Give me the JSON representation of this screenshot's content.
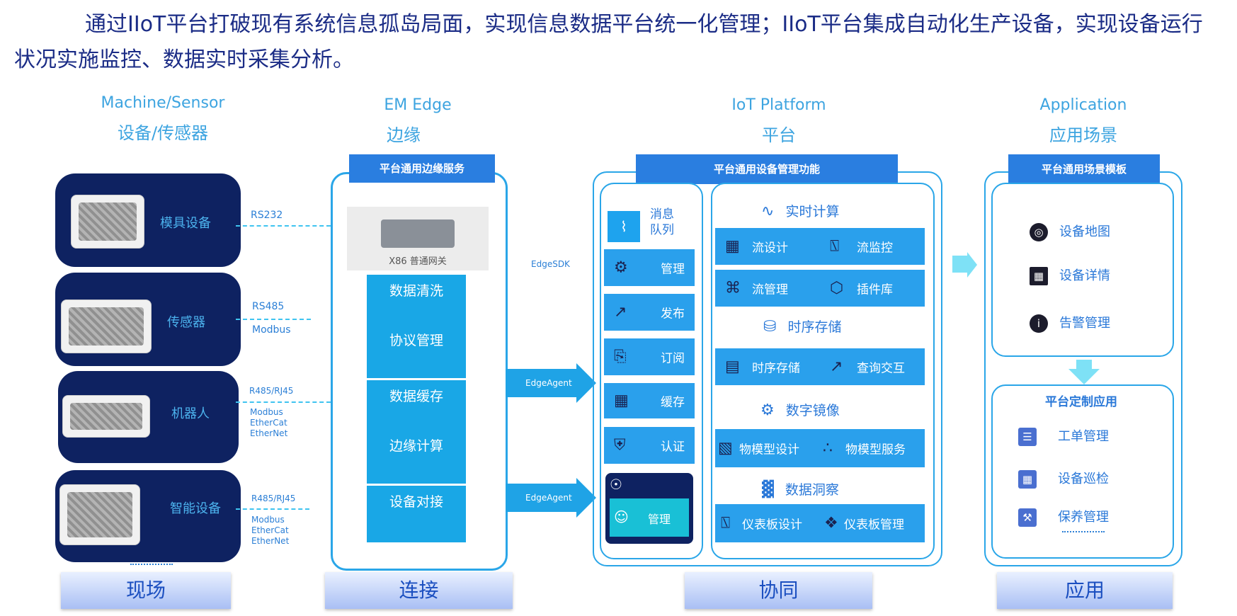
{
  "intro": "通过IIoT平台打破现有系统信息孤岛局面，实现信息数据平台统一化管理；IIoT平台集成自动化生产设备，实现设备运行状况实施监控、数据实时采集分析。",
  "columns": {
    "machine": {
      "en": "Machine/Sensor",
      "cn": "设备/传感器"
    },
    "edge": {
      "en": "EM Edge",
      "cn": "边缘"
    },
    "platform": {
      "en": "IoT Platform",
      "cn": "平台"
    },
    "application": {
      "en": "Application",
      "cn": "应用场景"
    }
  },
  "devices": [
    {
      "label": "模具设备",
      "protocols": [
        "RS232"
      ]
    },
    {
      "label": "传感器",
      "protocols": [
        "RS485",
        "Modbus"
      ]
    },
    {
      "label": "机器人",
      "protocols": [
        "R485/RJ45",
        "Modbus",
        "EtherCat",
        "EtherNet"
      ]
    },
    {
      "label": "智能设备",
      "protocols": [
        "R485/RJ45",
        "Modbus",
        "EtherCat",
        "EtherNet"
      ]
    }
  ],
  "edge": {
    "bar_title": "平台通用边缘服务",
    "gateway_label": "X86 普通网关",
    "services": [
      "数据清洗",
      "协议管理",
      "数据缓存",
      "边缘计算",
      "设备对接"
    ],
    "sdk_label": "EdgeSDK",
    "agent_label_1": "EdgeAgent",
    "agent_label_2": "EdgeAgent"
  },
  "platform": {
    "bar_title": "平台通用设备管理功能",
    "queue_title": "消息\n队列",
    "left_tiles": [
      "管理",
      "发布",
      "订阅",
      "缓存",
      "认证"
    ],
    "left_manage": "管理",
    "sections": [
      {
        "title": "实时计算",
        "items": [
          "流设计",
          "流监控",
          "流管理",
          "插件库"
        ]
      },
      {
        "title": "时序存储",
        "items": [
          "时序存储",
          "查询交互"
        ]
      },
      {
        "title": "数字镜像",
        "items": [
          "物模型设计",
          "物模型服务"
        ]
      },
      {
        "title": "数据洞察",
        "items": [
          "仪表板设计",
          "仪表板管理"
        ]
      }
    ]
  },
  "application": {
    "bar_title": "平台通用场景模板",
    "templates": [
      "设备地图",
      "设备详情",
      "告警管理"
    ],
    "custom_title": "平台定制应用",
    "custom": [
      "工单管理",
      "设备巡检",
      "保养管理"
    ]
  },
  "footer": [
    "现场",
    "连接",
    "协同",
    "应用"
  ],
  "colors": {
    "navy": "#0e2261",
    "blue": "#2aa0ec",
    "accent": "#3da4e0"
  }
}
